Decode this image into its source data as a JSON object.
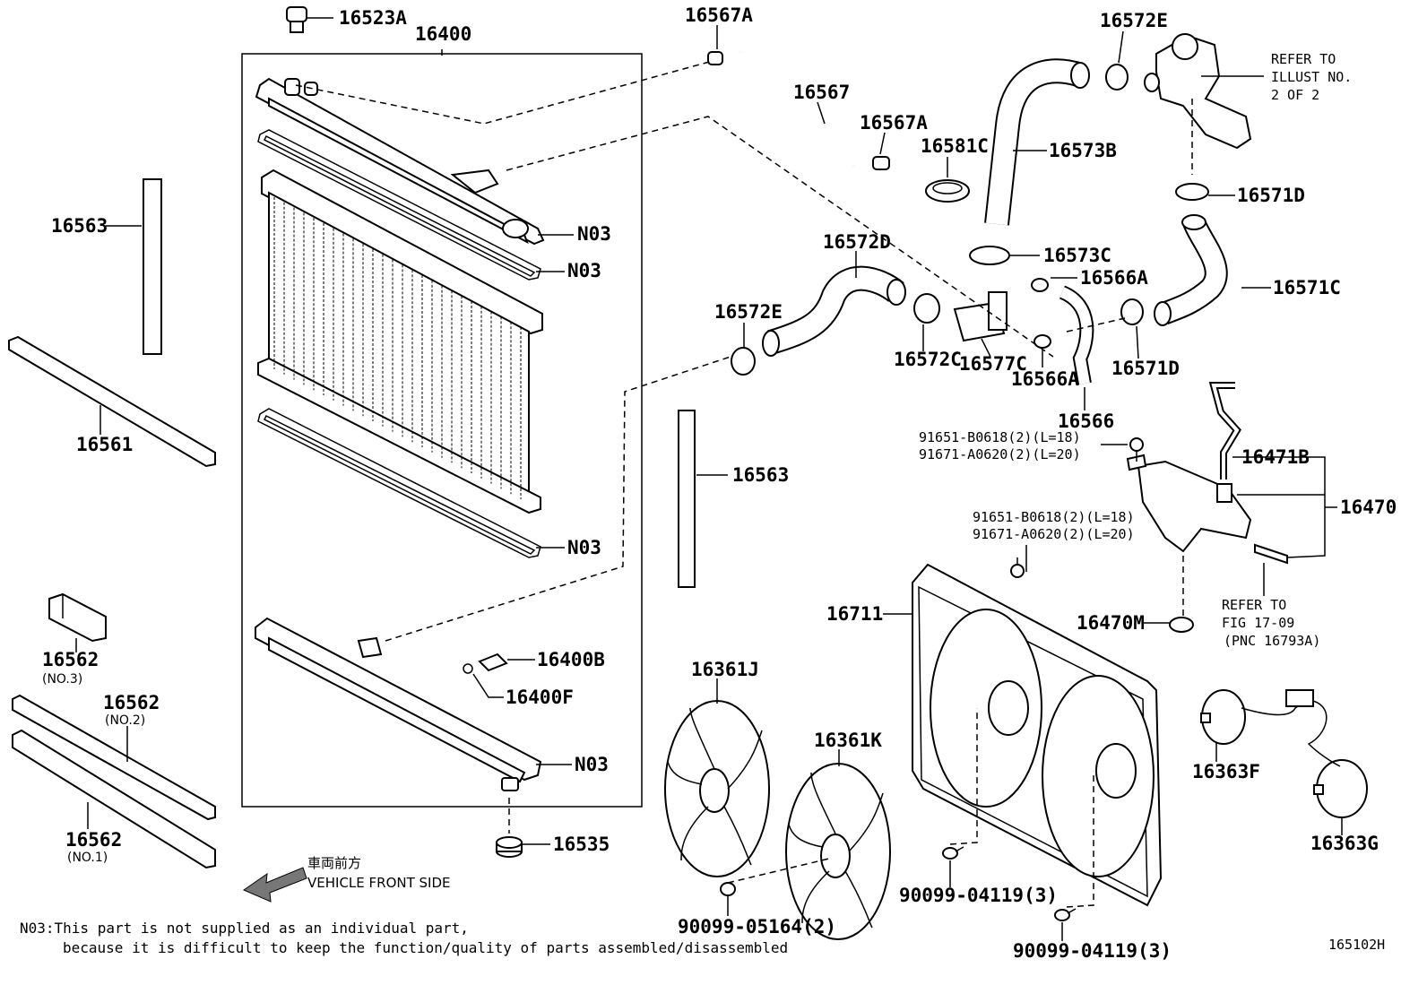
{
  "labels": {
    "p16523A": "16523A",
    "p16400": "16400",
    "p16563_left": "16563",
    "p16561": "16561",
    "p16562_no3": "16562",
    "p16562_no3_note": "(NO.3)",
    "p16562_no2": "16562",
    "p16562_no2_note": "(NO.2)",
    "p16562_no1": "16562",
    "p16562_no1_note": "(NO.1)",
    "n03_a": "N03",
    "n03_b": "N03",
    "n03_c": "N03",
    "n03_d": "N03",
    "p16400B": "16400B",
    "p16400F": "16400F",
    "p16535": "16535",
    "p16567A_top": "16567A",
    "p16567": "16567",
    "p16567A_mid": "16567A",
    "p16581C": "16581C",
    "p16573B": "16573B",
    "p16572E_top": "16572E",
    "refer_illust": [
      "REFER TO",
      "ILLUST NO.",
      "2 OF 2"
    ],
    "p16571D_top": "16571D",
    "p16573C": "16573C",
    "p16566A_top": "16566A",
    "p16571C": "16571C",
    "p16572D": "16572D",
    "p16572E_mid": "16572E",
    "p16572C": "16572C",
    "p16577C": "16577C",
    "p16566A_bot": "16566A",
    "p16571D_bot": "16571D",
    "p16566": "16566",
    "bolt_a1": "91651-B0618(2)(L=18)",
    "bolt_a2": "91671-A0620(2)(L=20)",
    "bolt_b1": "91651-B0618(2)(L=18)",
    "bolt_b2": "91671-A0620(2)(L=20)",
    "p16471B": "16471B",
    "p16470": "16470",
    "p16563_right": "16563",
    "p16711": "16711",
    "p16470M": "16470M",
    "refer_fig": [
      "REFER TO",
      "FIG 17-09",
      "(PNC 16793A)"
    ],
    "p16361J": "16361J",
    "p16361K": "16361K",
    "p16363F": "16363F",
    "p16363G": "16363G",
    "p90099_05164": "90099-05164(2)",
    "p90099_04119_a": "90099-04119(3)",
    "p90099_04119_b": "90099-04119(3)",
    "front_jp": "車両前方",
    "front_en": "VEHICLE FRONT SIDE",
    "note_line1": "N03:This part is not supplied as an individual part,",
    "note_line2": "because it is difficult to keep the function/quality of parts assembled/disassembled",
    "diagram_id": "165102H"
  }
}
